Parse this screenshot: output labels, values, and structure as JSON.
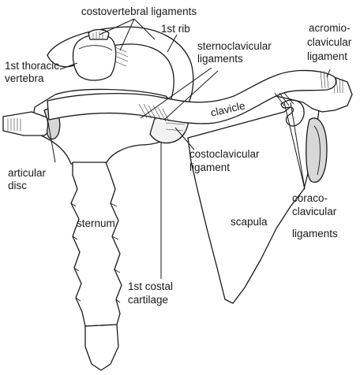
{
  "labels": {
    "costovertebral": "costovertebral ligaments",
    "first_rib": "1st rib",
    "first_thoracic_line1": "1st thoracic",
    "first_thoracic_line2": "vertebra",
    "sternoclavicular_line1": "sternoclavicular",
    "sternoclavicular_line2": "ligaments",
    "acromioclavicular_line1": "acromio-",
    "acromioclavicular_line2": "clavicular",
    "acromioclavicular_line3": "ligament",
    "clavicle": "clavicle",
    "articular_disc_line1": "articular",
    "articular_disc_line2": "disc",
    "costoclavicular_line1": "costoclavicular",
    "costoclavicular_line2": "ligament",
    "coracoclavicular_line1": "coraco-",
    "coracoclavicular_line2": "clavicular",
    "coracoclavicular_line3": "ligaments",
    "sternum": "sternum",
    "scapula": "scapula",
    "costal_cartilage_line1": "1st costal",
    "costal_cartilage_line2": "cartilage"
  },
  "colors": {
    "line": "#1a1a1a",
    "bone_fill": "#ffffff",
    "cartilage_shade": "#c9c9c9"
  }
}
